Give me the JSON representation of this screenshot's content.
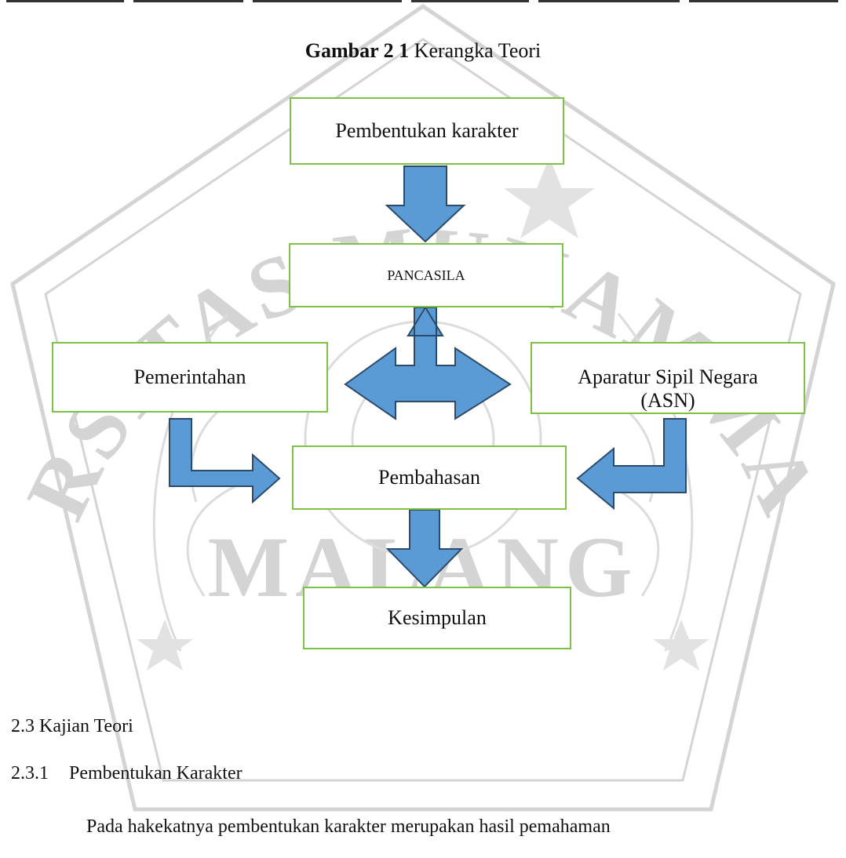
{
  "caption": {
    "label": "Gambar 2 1",
    "title": "Kerangka Teori"
  },
  "watermark": {
    "arc_text": "UNIVERSITAS MUHAMMADIYAH",
    "bottom_text": "MALANG"
  },
  "diagram": {
    "nodes": {
      "pembentukan": "Pembentukan karakter",
      "pancasila": "PANCASILA",
      "pemerintahan": "Pemerintahan",
      "asn_line1": "Aparatur Sipil Negara",
      "asn_line2": "(ASN)",
      "pembahasan": "Pembahasan",
      "kesimpulan": "Kesimpulan"
    },
    "colors": {
      "box_border": "#7fc144",
      "arrow_fill": "#5b9bd5",
      "arrow_stroke": "#2e4a6b"
    }
  },
  "section": {
    "heading": "2.3 Kajian Teori",
    "subheading_number": "2.3.1",
    "subheading_title": "Pembentukan Karakter",
    "paragraph_start": "Pada hakekatnya pembentukan karakter merupakan hasil pemahaman"
  }
}
